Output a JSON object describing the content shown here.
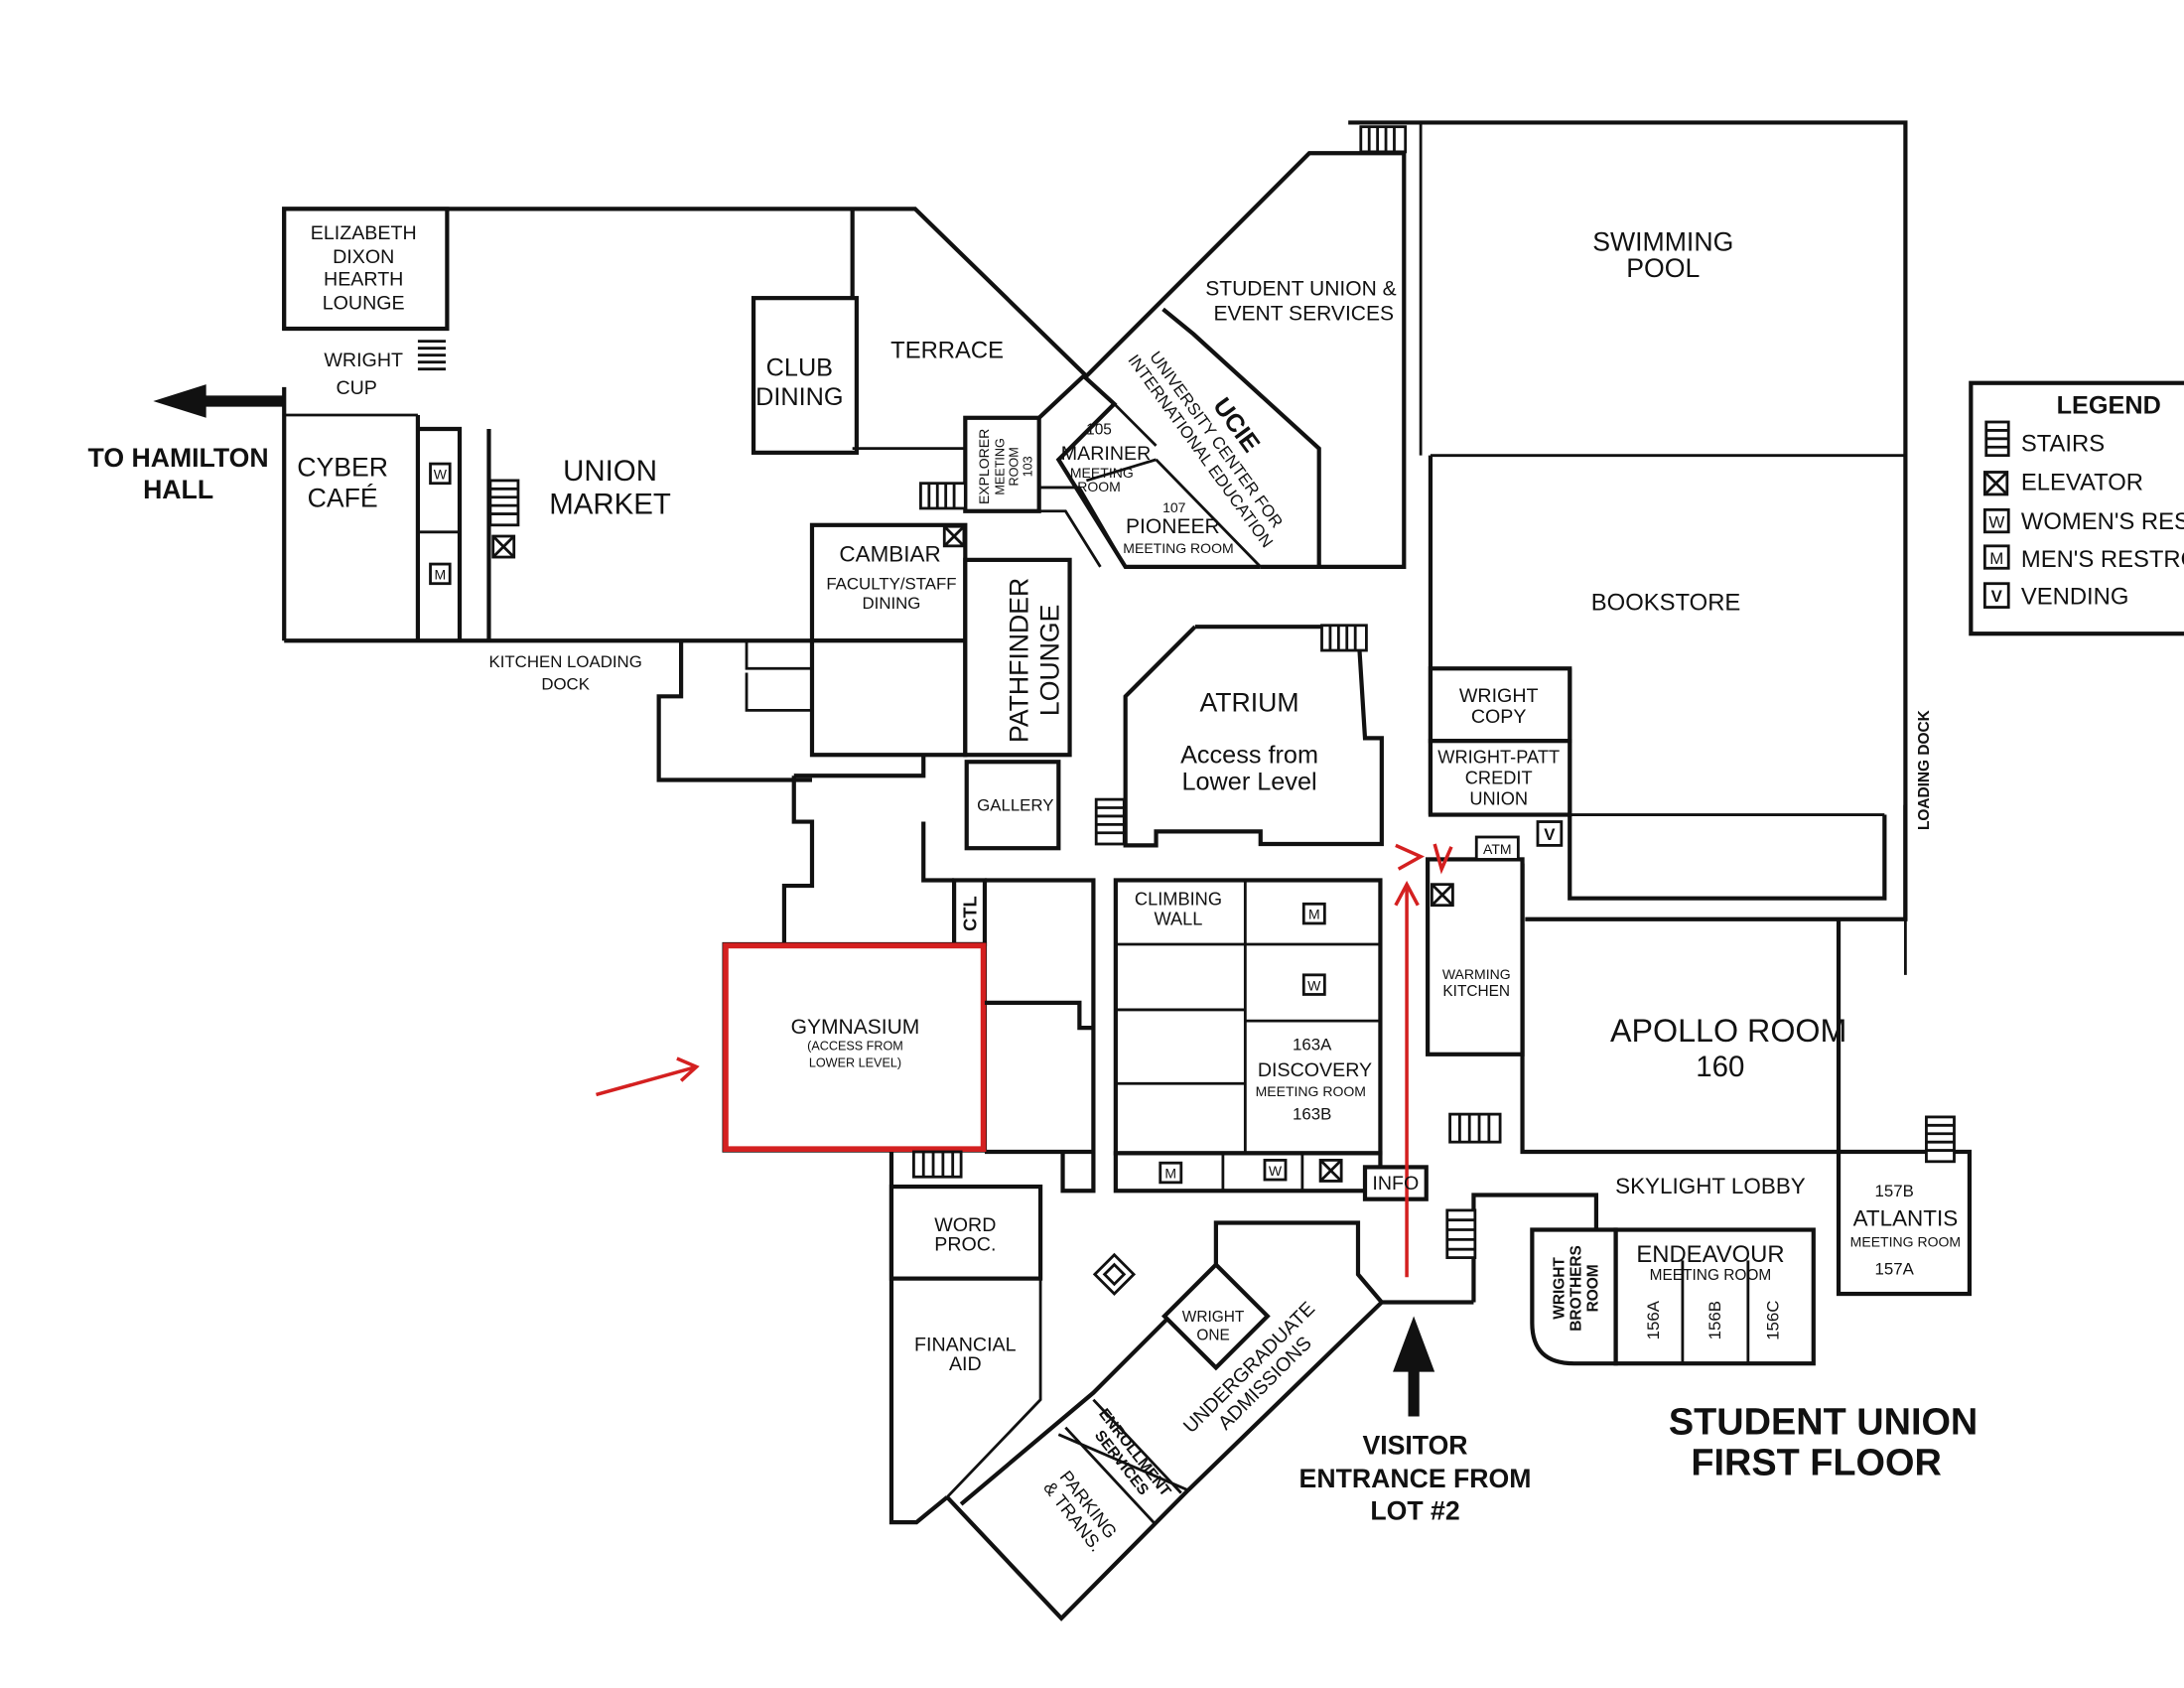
{
  "map_title": {
    "line1": "STUDENT UNION",
    "line2": "FIRST FLOOR"
  },
  "directions": {
    "to_hamilton_line1": "TO HAMILTON",
    "to_hamilton_line2": "HALL",
    "visitor_line1": "VISITOR",
    "visitor_line2": "ENTRANCE FROM",
    "visitor_line3": "LOT #2"
  },
  "legend": {
    "title": "LEGEND",
    "items": [
      {
        "icon": "stairs-icon",
        "label": "STAIRS"
      },
      {
        "icon": "elevator-icon",
        "label": "ELEVATOR"
      },
      {
        "icon": "womens-restroom-icon",
        "glyph": "W",
        "label": "WOMEN'S RESTROOM"
      },
      {
        "icon": "mens-restroom-icon",
        "glyph": "M",
        "label": "MEN'S RESTROOM"
      },
      {
        "icon": "vending-icon",
        "glyph": "V",
        "label": "VENDING"
      }
    ]
  },
  "glyphs": {
    "women": "W",
    "men": "M",
    "vending": "V"
  },
  "rooms": {
    "hearth": [
      "ELIZABETH",
      "DIXON",
      "HEARTH",
      "LOUNGE"
    ],
    "wright_cup": [
      "WRIGHT",
      "CUP"
    ],
    "cyber_cafe": [
      "CYBER",
      "CAFÉ"
    ],
    "union_market": [
      "UNION",
      "MARKET"
    ],
    "kitchen_dock": [
      "KITCHEN LOADING",
      "DOCK"
    ],
    "club_dining": [
      "CLUB",
      "DINING"
    ],
    "terrace": "TERRACE",
    "explorer": [
      "EXPLORER",
      "MEETING",
      "ROOM",
      "103"
    ],
    "cambiar": "CAMBIAR",
    "cambiar_sub": [
      "FACULTY/STAFF",
      "DINING"
    ],
    "pathfinder": [
      "PATHFINDER",
      "LOUNGE"
    ],
    "gallery": "GALLERY",
    "ctl": "CTL",
    "gymnasium": "GYMNASIUM",
    "gymnasium_sub": [
      "(ACCESS FROM",
      "LOWER LEVEL)"
    ],
    "student_union_services": [
      "STUDENT UNION &",
      "EVENT SERVICES"
    ],
    "ucie": "UCIE",
    "ucie_sub": [
      "UNIVERSITY CENTER FOR",
      "INTERNATIONAL EDUCATION"
    ],
    "mariner_num": "105",
    "mariner": "MARINER",
    "mariner_sub": [
      "MEETING",
      "ROOM"
    ],
    "pioneer_num": "107",
    "pioneer": "PIONEER",
    "pioneer_sub": "MEETING ROOM",
    "atrium": "ATRIUM",
    "atrium_sub": [
      "Access from",
      "Lower Level"
    ],
    "swimming_pool": [
      "SWIMMING",
      "POOL"
    ],
    "bookstore": "BOOKSTORE",
    "wright_copy": [
      "WRIGHT",
      "COPY"
    ],
    "credit_union": [
      "WRIGHT-PATT",
      "CREDIT",
      "UNION"
    ],
    "atm": "ATM",
    "loading_dock": "LOADING DOCK",
    "climbing_wall": [
      "CLIMBING",
      "WALL"
    ],
    "discovery_a": "163A",
    "discovery": "DISCOVERY",
    "discovery_sub": "MEETING ROOM",
    "discovery_b": "163B",
    "warming_kitchen": [
      "WARMING",
      "KITCHEN"
    ],
    "apollo": "APOLLO ROOM",
    "apollo_num": "160",
    "info": "INFO",
    "skylight_lobby": "SKYLIGHT LOBBY",
    "atlantis_b": "157B",
    "atlantis": "ATLANTIS",
    "atlantis_sub": "MEETING ROOM",
    "atlantis_a": "157A",
    "wright_brothers": [
      "WRIGHT",
      "BROTHERS",
      "ROOM"
    ],
    "endeavour": "ENDEAVOUR",
    "endeavour_sub": "MEETING ROOM",
    "endeavour_rooms": [
      "156A",
      "156B",
      "156C"
    ],
    "word_proc": [
      "WORD",
      "PROC."
    ],
    "financial_aid": [
      "FINANCIAL",
      "AID"
    ],
    "wright_one": [
      "WRIGHT",
      "ONE"
    ],
    "admissions": [
      "UNDERGRADUATE",
      "ADMISSIONS"
    ],
    "enrollment": [
      "ENROLLMENT",
      "SERVICES"
    ],
    "parking": [
      "PARKING",
      "& TRANS."
    ]
  }
}
